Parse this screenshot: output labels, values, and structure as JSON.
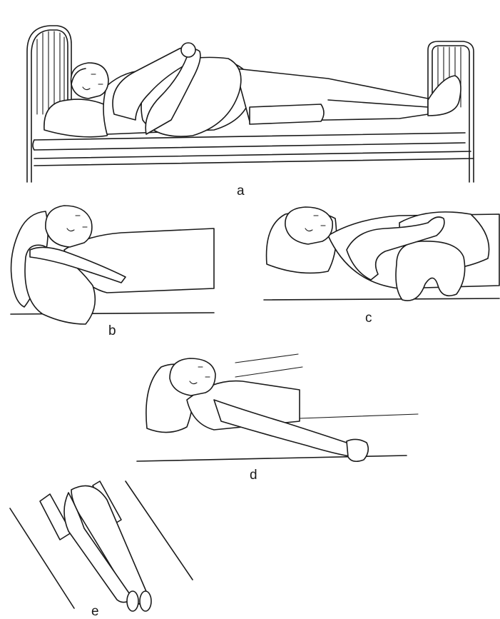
{
  "panels": [
    {
      "id": "a",
      "label": "a"
    },
    {
      "id": "b",
      "label": "b"
    },
    {
      "id": "c",
      "label": "c"
    },
    {
      "id": "d",
      "label": "d"
    },
    {
      "id": "e",
      "label": "e"
    }
  ],
  "colors": {
    "ink": "#1a1a1a",
    "paper": "#ffffff"
  }
}
